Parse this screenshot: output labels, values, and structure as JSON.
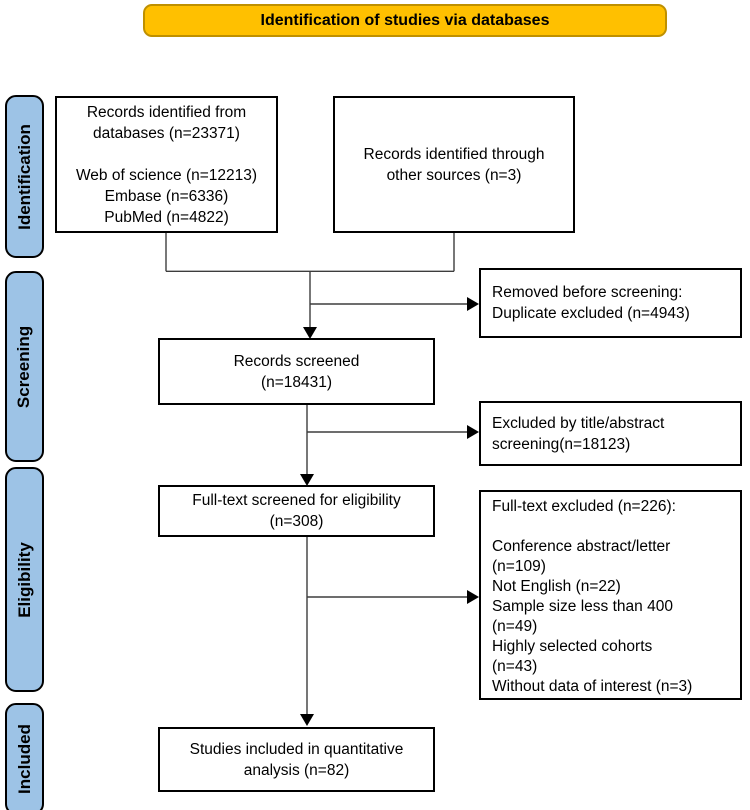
{
  "banner": {
    "label": "Identification of studies via databases"
  },
  "sidebar": {
    "stages": [
      {
        "label": "Identification"
      },
      {
        "label": "Screening"
      },
      {
        "label": "Eligibility"
      },
      {
        "label": "Included"
      }
    ]
  },
  "boxes": {
    "identified_databases": {
      "text": "Records identified from\ndatabases (n=23371)\n\nWeb of science (n=12213)\nEmbase (n=6336)\nPubMed (n=4822)"
    },
    "other_sources": {
      "text": "Records identified through\nother sources (n=3)"
    },
    "removed_before_screening": {
      "text": "Removed before screening:\nDuplicate excluded (n=4943)"
    },
    "records_screened": {
      "text": "Records screened\n(n=18431)"
    },
    "excluded_title_abstract": {
      "text": "Excluded by title/abstract\nscreening(n=18123)"
    },
    "fulltext_screened": {
      "text": "Full-text screened for eligibility\n(n=308)"
    },
    "fulltext_excluded": {
      "text": "Full-text excluded (n=226):\n\nConference abstract/letter\n(n=109)\nNot English (n=22)\nSample size less than 400\n(n=49)\nHighly selected cohorts\n(n=43)\nWithout data of interest (n=3)"
    },
    "included_quantitative": {
      "text": "Studies included in quantitative\nanalysis (n=82)"
    }
  },
  "colors": {
    "banner_fill": "#FFC000",
    "banner_border": "#BF9000",
    "stage_fill": "#9DC3E6",
    "box_border": "#000000",
    "connector": "#3D3D3D"
  }
}
